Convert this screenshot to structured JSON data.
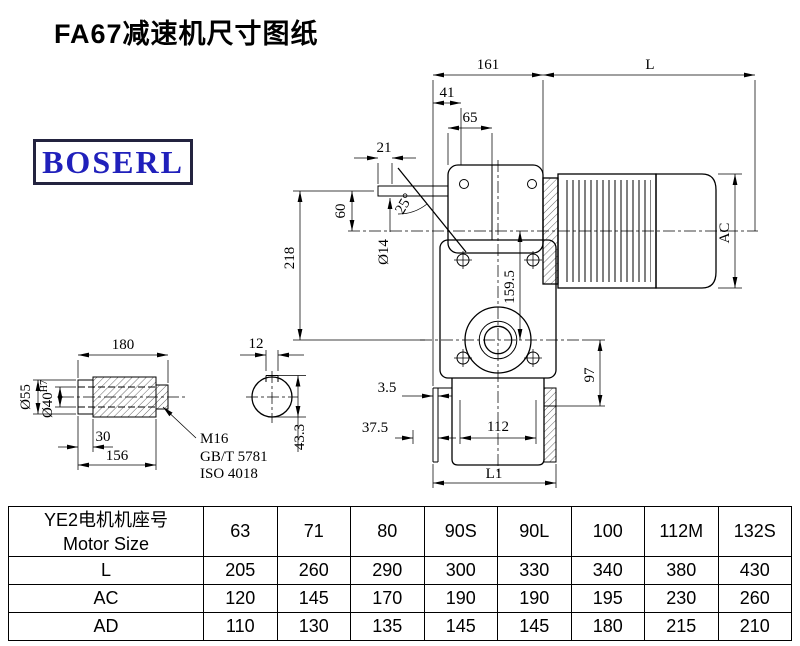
{
  "page": {
    "title": "FA67减速机尺寸图纸"
  },
  "logo": {
    "text": "BOSERL"
  },
  "drawing": {
    "main": {
      "w161": "161",
      "L": "L",
      "w41": "41",
      "w65": "65",
      "w21": "21",
      "h60": "60",
      "h218": "218",
      "dia14": "Ø14",
      "ang25": "25°",
      "AC": "AC",
      "h159": "159.5",
      "h97": "97",
      "t35": "3.5",
      "w375": "37.5",
      "w112": "112",
      "L1": "L1"
    },
    "shaft": {
      "len180": "180",
      "dia55": "Ø55",
      "dia40": "Ø40",
      "tol": "H7",
      "len30": "30",
      "len156": "156",
      "thread": "M16",
      "std1": "GB/T 5781",
      "std2": "ISO 4018"
    },
    "section": {
      "w12": "12",
      "h433": "43.3"
    }
  },
  "table": {
    "header": {
      "line1": "YE2电机机座号",
      "line2": "Motor Size"
    },
    "columns": [
      "63",
      "71",
      "80",
      "90S",
      "90L",
      "100",
      "112M",
      "132S"
    ],
    "rows": [
      {
        "label": "L",
        "values": [
          "205",
          "260",
          "290",
          "300",
          "330",
          "340",
          "380",
          "430"
        ]
      },
      {
        "label": "AC",
        "values": [
          "120",
          "145",
          "170",
          "190",
          "190",
          "195",
          "230",
          "260"
        ]
      },
      {
        "label": "AD",
        "values": [
          "110",
          "130",
          "135",
          "145",
          "145",
          "180",
          "215",
          "210"
        ]
      }
    ]
  }
}
